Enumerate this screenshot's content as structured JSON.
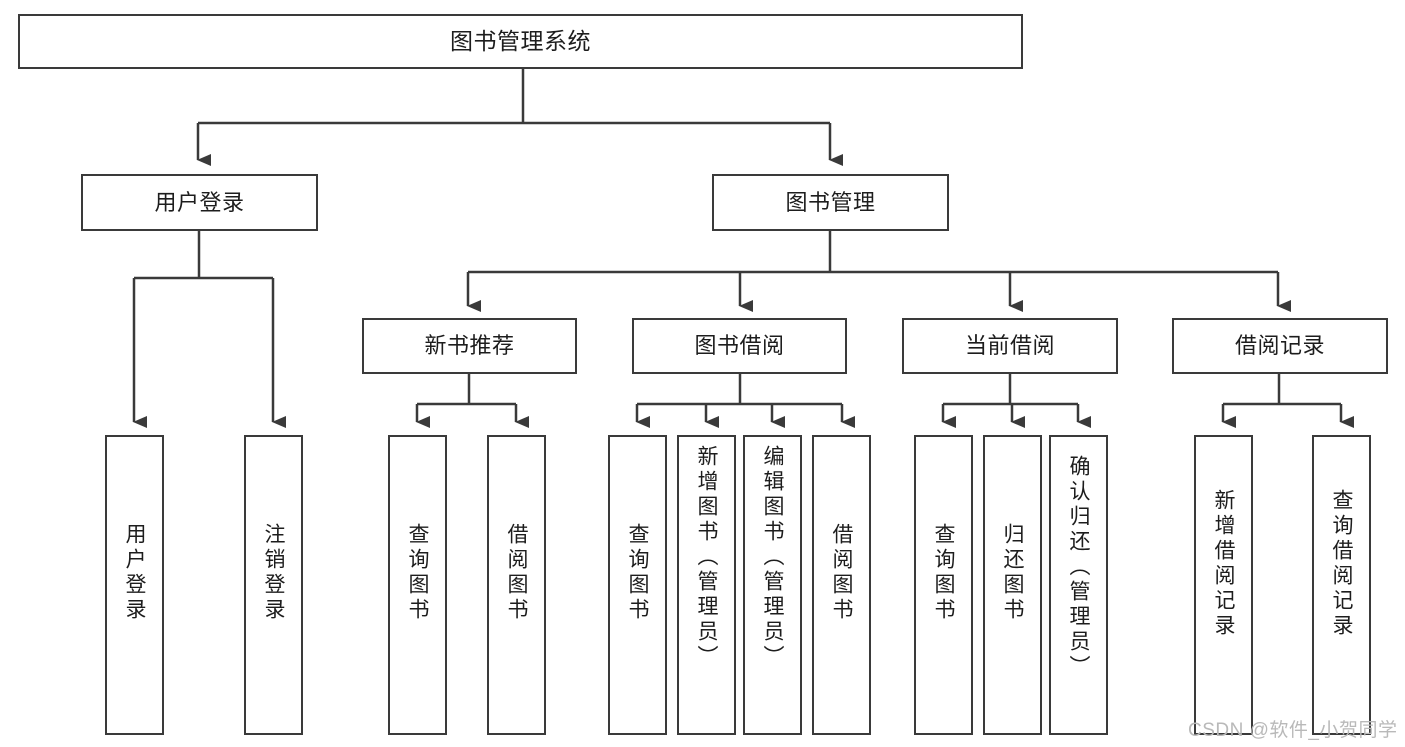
{
  "diagram": {
    "title": "图书管理系统",
    "type": "tree",
    "watermark": "CSDN @软件_小贺同学",
    "line_color": "#3a3a3a",
    "box_fill": "#ffffff",
    "text_color": "#1d1d1d",
    "watermark_color": "#b9b9b9"
  },
  "nodes": {
    "root": {
      "label": "图书管理系统"
    },
    "level1": [
      {
        "label": "用户登录"
      },
      {
        "label": "图书管理"
      }
    ],
    "level2": [
      {
        "label": "新书推荐"
      },
      {
        "label": "图书借阅"
      },
      {
        "label": "当前借阅"
      },
      {
        "label": "借阅记录"
      }
    ],
    "leaves": {
      "user_login": [
        {
          "label": "用户登录"
        },
        {
          "label": "注销登录"
        }
      ],
      "new_books": [
        {
          "label": "查询图书"
        },
        {
          "label": "借阅图书"
        }
      ],
      "book_borrow": [
        {
          "label": "查询图书"
        },
        {
          "label": "新增图书（管理员）"
        },
        {
          "label": "编辑图书（管理员）"
        },
        {
          "label": "借阅图书"
        }
      ],
      "current_borrow": [
        {
          "label": "查询图书"
        },
        {
          "label": "归还图书"
        },
        {
          "label": "确认归还（管理员）"
        }
      ],
      "borrow_records": [
        {
          "label": "新增借阅记录"
        },
        {
          "label": "查询借阅记录"
        }
      ]
    }
  }
}
